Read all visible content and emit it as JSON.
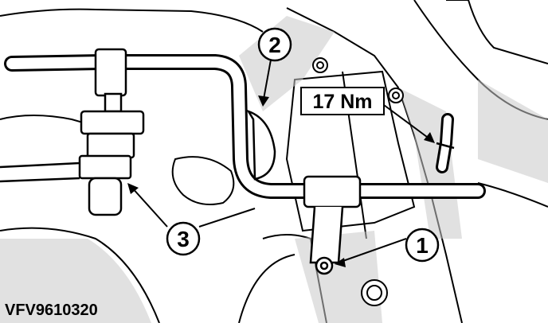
{
  "torque_label": "17 Nm",
  "callouts": [
    "1",
    "2",
    "3"
  ],
  "figure_id": "VFV9610320",
  "colors": {
    "ink": "#000000",
    "paper": "#ffffff",
    "shade": "#8a8a8a"
  }
}
